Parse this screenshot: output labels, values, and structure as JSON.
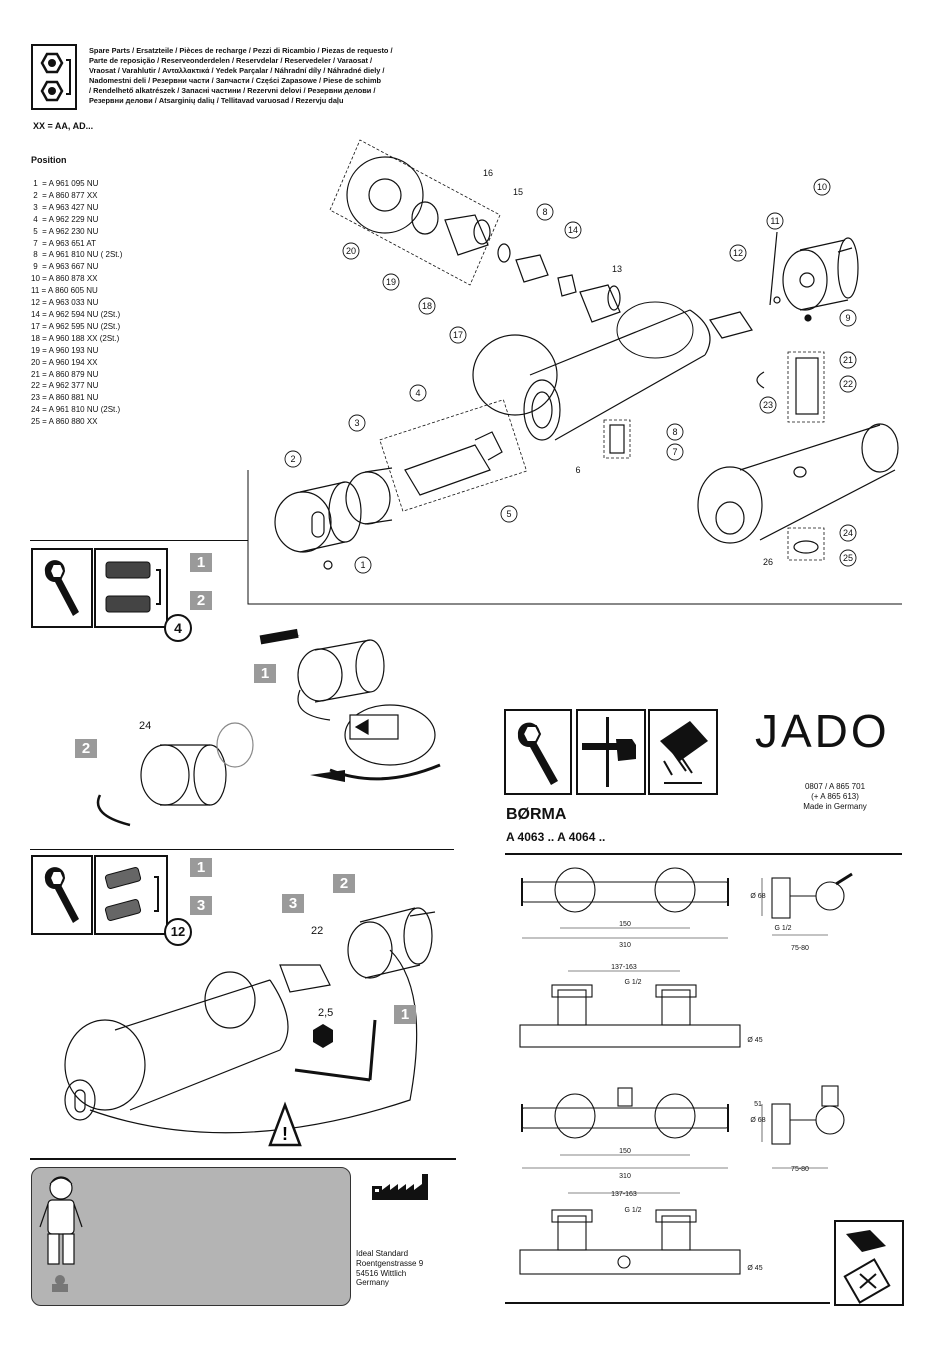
{
  "header": {
    "lines": [
      "Spare Parts / Ersatzteile / Pièces de recharge / Pezzi di Ricambio / Piezas de requesto /",
      "Parte de reposição / Reserveonderdelen / Reservdelar / Reservedeler / Varaosat /",
      "Vraosat / Varahlutir / Ανταλλακτικά / Yedek Parçalar / Náhradní díly / Náhradné diely /",
      "Nadomestni deli / Резервни части / Запчасти / Części Zapasowe / Piese de schimb",
      "/ Rendelhető alkatrészek / Запасні частини / Rezervni delovi / Резервни делови /",
      "Резервни делови / Atsarginių dalių / Tellitavad varuosad / Rezervju daļu"
    ],
    "xx_note": "XX = AA, AD...",
    "position_title": "Position"
  },
  "positions": [
    " 1  = A 961 095 NU",
    " 2  = A 860 877 XX",
    " 3  = A 963 427 NU",
    " 4  = A 962 229 NU",
    " 5  = A 962 230 NU",
    " 7  = A 963 651 AT",
    " 8  = A 961 810 NU ( 2St.)",
    " 9  = A 963 667 NU",
    "10 = A 860 878 XX",
    "11 = A 860 605 NU",
    "12 = A 963 033 NU",
    "14 = A 962 594 NU (2St.)",
    "17 = A 962 595 NU (2St.)",
    "18 = A 960 188 XX (2St.)",
    "19 = A 960 193 NU",
    "20 = A 960 194 XX",
    "21 = A 860 879 NU",
    "22 = A 962 377 NU",
    "23 = A 860 881 NU",
    "24 = A 961 810 NU (2St.)",
    "25 = A 860 880 XX"
  ],
  "callouts": [
    "1",
    "2",
    "3",
    "4",
    "5",
    "6",
    "7",
    "8",
    "9",
    "10",
    "11",
    "12",
    "13",
    "14",
    "15",
    "16",
    "17",
    "18",
    "19",
    "20",
    "21",
    "22",
    "23",
    "24",
    "25",
    "26"
  ],
  "steps": {
    "s1": "1",
    "s2": "2",
    "s3": "3",
    "circle_4": "4",
    "circle_12": "12",
    "wrench_24": "24",
    "wrench_22": "22",
    "hex_25": "2,5"
  },
  "brand": {
    "logo": "JADO",
    "doc_number": "0807 / A 865 701",
    "doc_sub": "(+ A 865 613)",
    "made_in": "Made in Germany",
    "product_name": "BØRMA",
    "product_models": "A 4063 ..  A 4064 .."
  },
  "dimensions": {
    "d68": "Ø 68",
    "d45": "Ø 45",
    "g12": "G 1/2",
    "w150": "150",
    "w310": "310",
    "w137": "137-163",
    "w7580": "75-80",
    "w51": "51"
  },
  "footer": {
    "address": [
      "Ideal Standard",
      "Roentgenstrasse 9",
      "54516 Wittlich",
      "Germany"
    ]
  }
}
